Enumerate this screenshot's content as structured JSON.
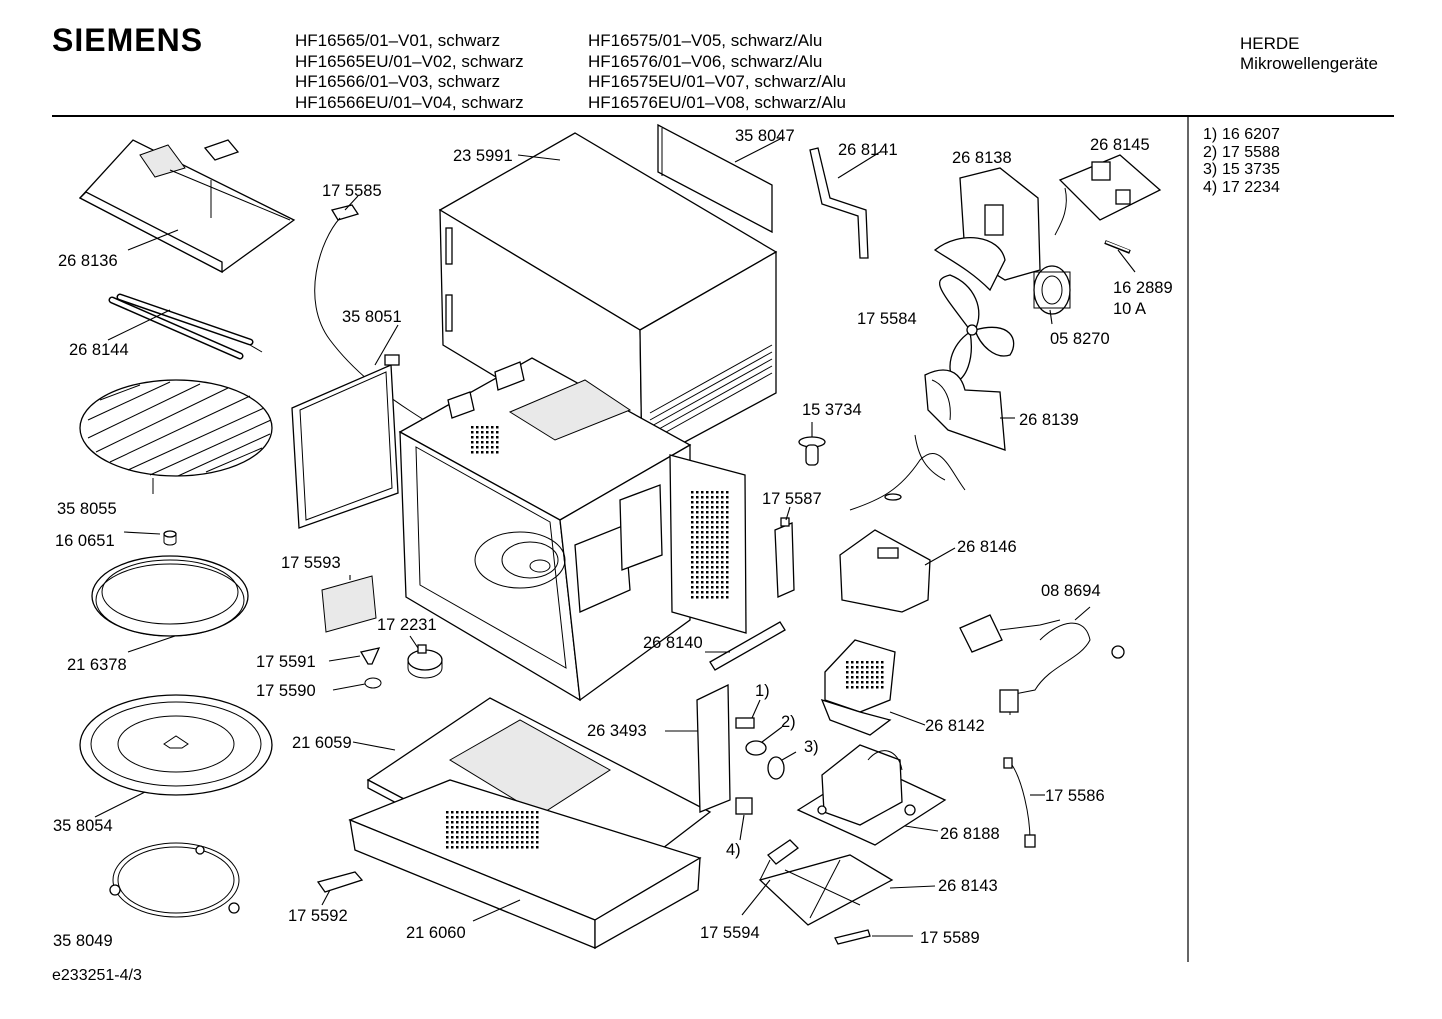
{
  "header": {
    "brand": "SIEMENS",
    "models_col1": [
      "HF16565/01–V01, schwarz",
      "HF16565EU/01–V02, schwarz",
      "HF16566/01–V03, schwarz",
      "HF16566EU/01–V04, schwarz"
    ],
    "models_col2": [
      "HF16575/01–V05, schwarz/Alu",
      "HF16576/01–V06, schwarz/Alu",
      "HF16575EU/01–V07, schwarz/Alu",
      "HF16576EU/01–V08, schwarz/Alu"
    ],
    "category_line1": "HERDE",
    "category_line2": "Mikrowellengeräte"
  },
  "footnotes": [
    {
      "num": "1)",
      "part": "16 6207"
    },
    {
      "num": "2)",
      "part": "17 5588"
    },
    {
      "num": "3)",
      "part": "15 3735"
    },
    {
      "num": "4)",
      "part": "17 2234"
    }
  ],
  "parts": {
    "p268136": "26 8136",
    "p268144": "26 8144",
    "p358055": "35 8055",
    "p160651": "16 0651",
    "p216378": "21 6378",
    "p358054": "35 8054",
    "p358049": "35 8049",
    "p175585": "17 5585",
    "p358051": "35 8051",
    "p235991": "23 5991",
    "p358047": "35 8047",
    "p268141": "26 8141",
    "p268138": "26 8138",
    "p268145": "26 8145",
    "p162889": "16 2889",
    "p162889_rating": "10 A",
    "p175584": "17 5584",
    "p058270": "05 8270",
    "p153734": "15 3734",
    "p268139": "26 8139",
    "p175587": "17 5587",
    "p268146": "26 8146",
    "p175593": "17 5593",
    "p172231": "17 2231",
    "p175591": "17 5591",
    "p175590": "17 5590",
    "p216059": "21 6059",
    "p216060": "21 6060",
    "p175592": "17 5592",
    "p268140": "26 8140",
    "p263493": "26 3493",
    "p088694": "08 8694",
    "p268142": "26 8142",
    "p268188": "26 8188",
    "p175586": "17 5586",
    "p268143": "26 8143",
    "p175594": "17 5594",
    "p175589": "17 5589",
    "ref1": "1)",
    "ref2": "2)",
    "ref3": "3)",
    "ref4": "4)"
  },
  "footer": {
    "drawing_id": "e233251-4/3"
  }
}
